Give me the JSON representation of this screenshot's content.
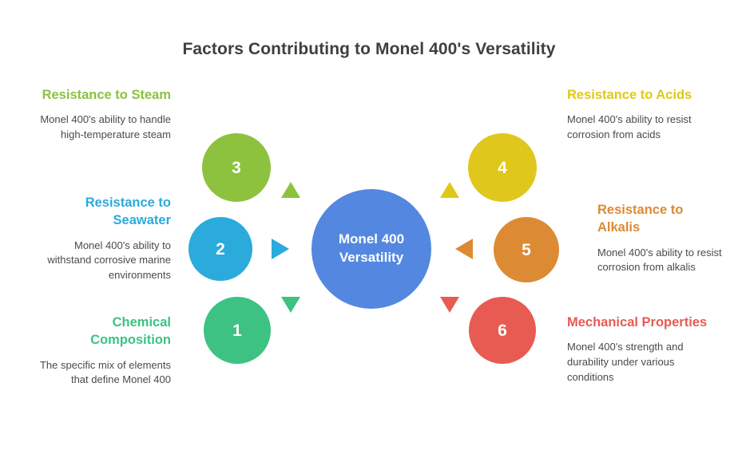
{
  "page": {
    "title": "Factors Contributing to Monel 400's Versatility",
    "background_color": "#ffffff"
  },
  "center": {
    "label_line1": "Monel 400",
    "label_line2": "Versatility",
    "color": "#5488e0"
  },
  "factors": [
    {
      "number": "1",
      "heading": "Chemical Composition",
      "description": "The specific mix of elements that define Monel 400",
      "color": "#3DC283",
      "side": "left",
      "arrow": "down-triangle-icon"
    },
    {
      "number": "2",
      "heading": "Resistance to Seawater",
      "description": "Monel 400's ability to withstand corrosive marine environments",
      "color": "#2BAADC",
      "side": "left",
      "arrow": "right-triangle-icon"
    },
    {
      "number": "3",
      "heading": "Resistance to Steam",
      "description": "Monel 400's ability to handle high-temperature steam",
      "color": "#8CC23E",
      "side": "left",
      "arrow": "up-triangle-icon"
    },
    {
      "number": "4",
      "heading": "Resistance to Acids",
      "description": "Monel 400's ability to resist corrosion from acids",
      "color": "#DFC81B",
      "side": "right",
      "arrow": "up-triangle-icon"
    },
    {
      "number": "5",
      "heading": "Resistance to Alkalis",
      "description": "Monel 400's ability to resist corrosion from alkalis",
      "color": "#DD8A35",
      "side": "right",
      "arrow": "left-triangle-icon"
    },
    {
      "number": "6",
      "heading": "Mechanical Properties",
      "description": "Monel 400's strength and durability under various conditions",
      "color": "#E85B52",
      "side": "right",
      "arrow": "down-triangle-icon"
    }
  ]
}
